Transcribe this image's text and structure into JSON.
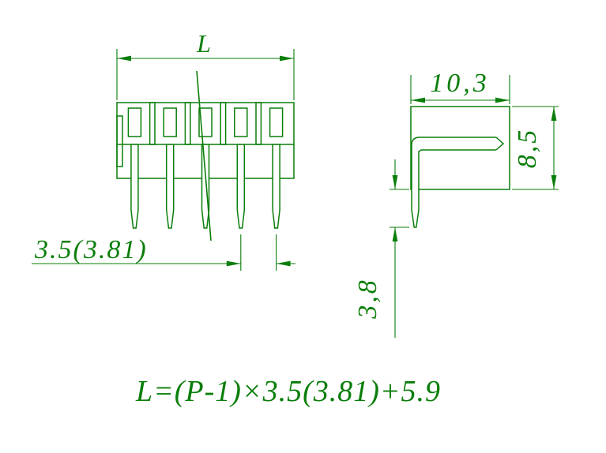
{
  "drawing": {
    "background": "#ffffff",
    "line_color": "#0a7e0a",
    "front_view": {
      "length_label": "L",
      "pitch_label": "3.5(3.81)"
    },
    "side_view": {
      "width_label": "10,3",
      "height_label": "8,5",
      "pin_length_label": "3,8"
    },
    "formula": "L=(P-1)×3.5(3.81)+5.9"
  }
}
